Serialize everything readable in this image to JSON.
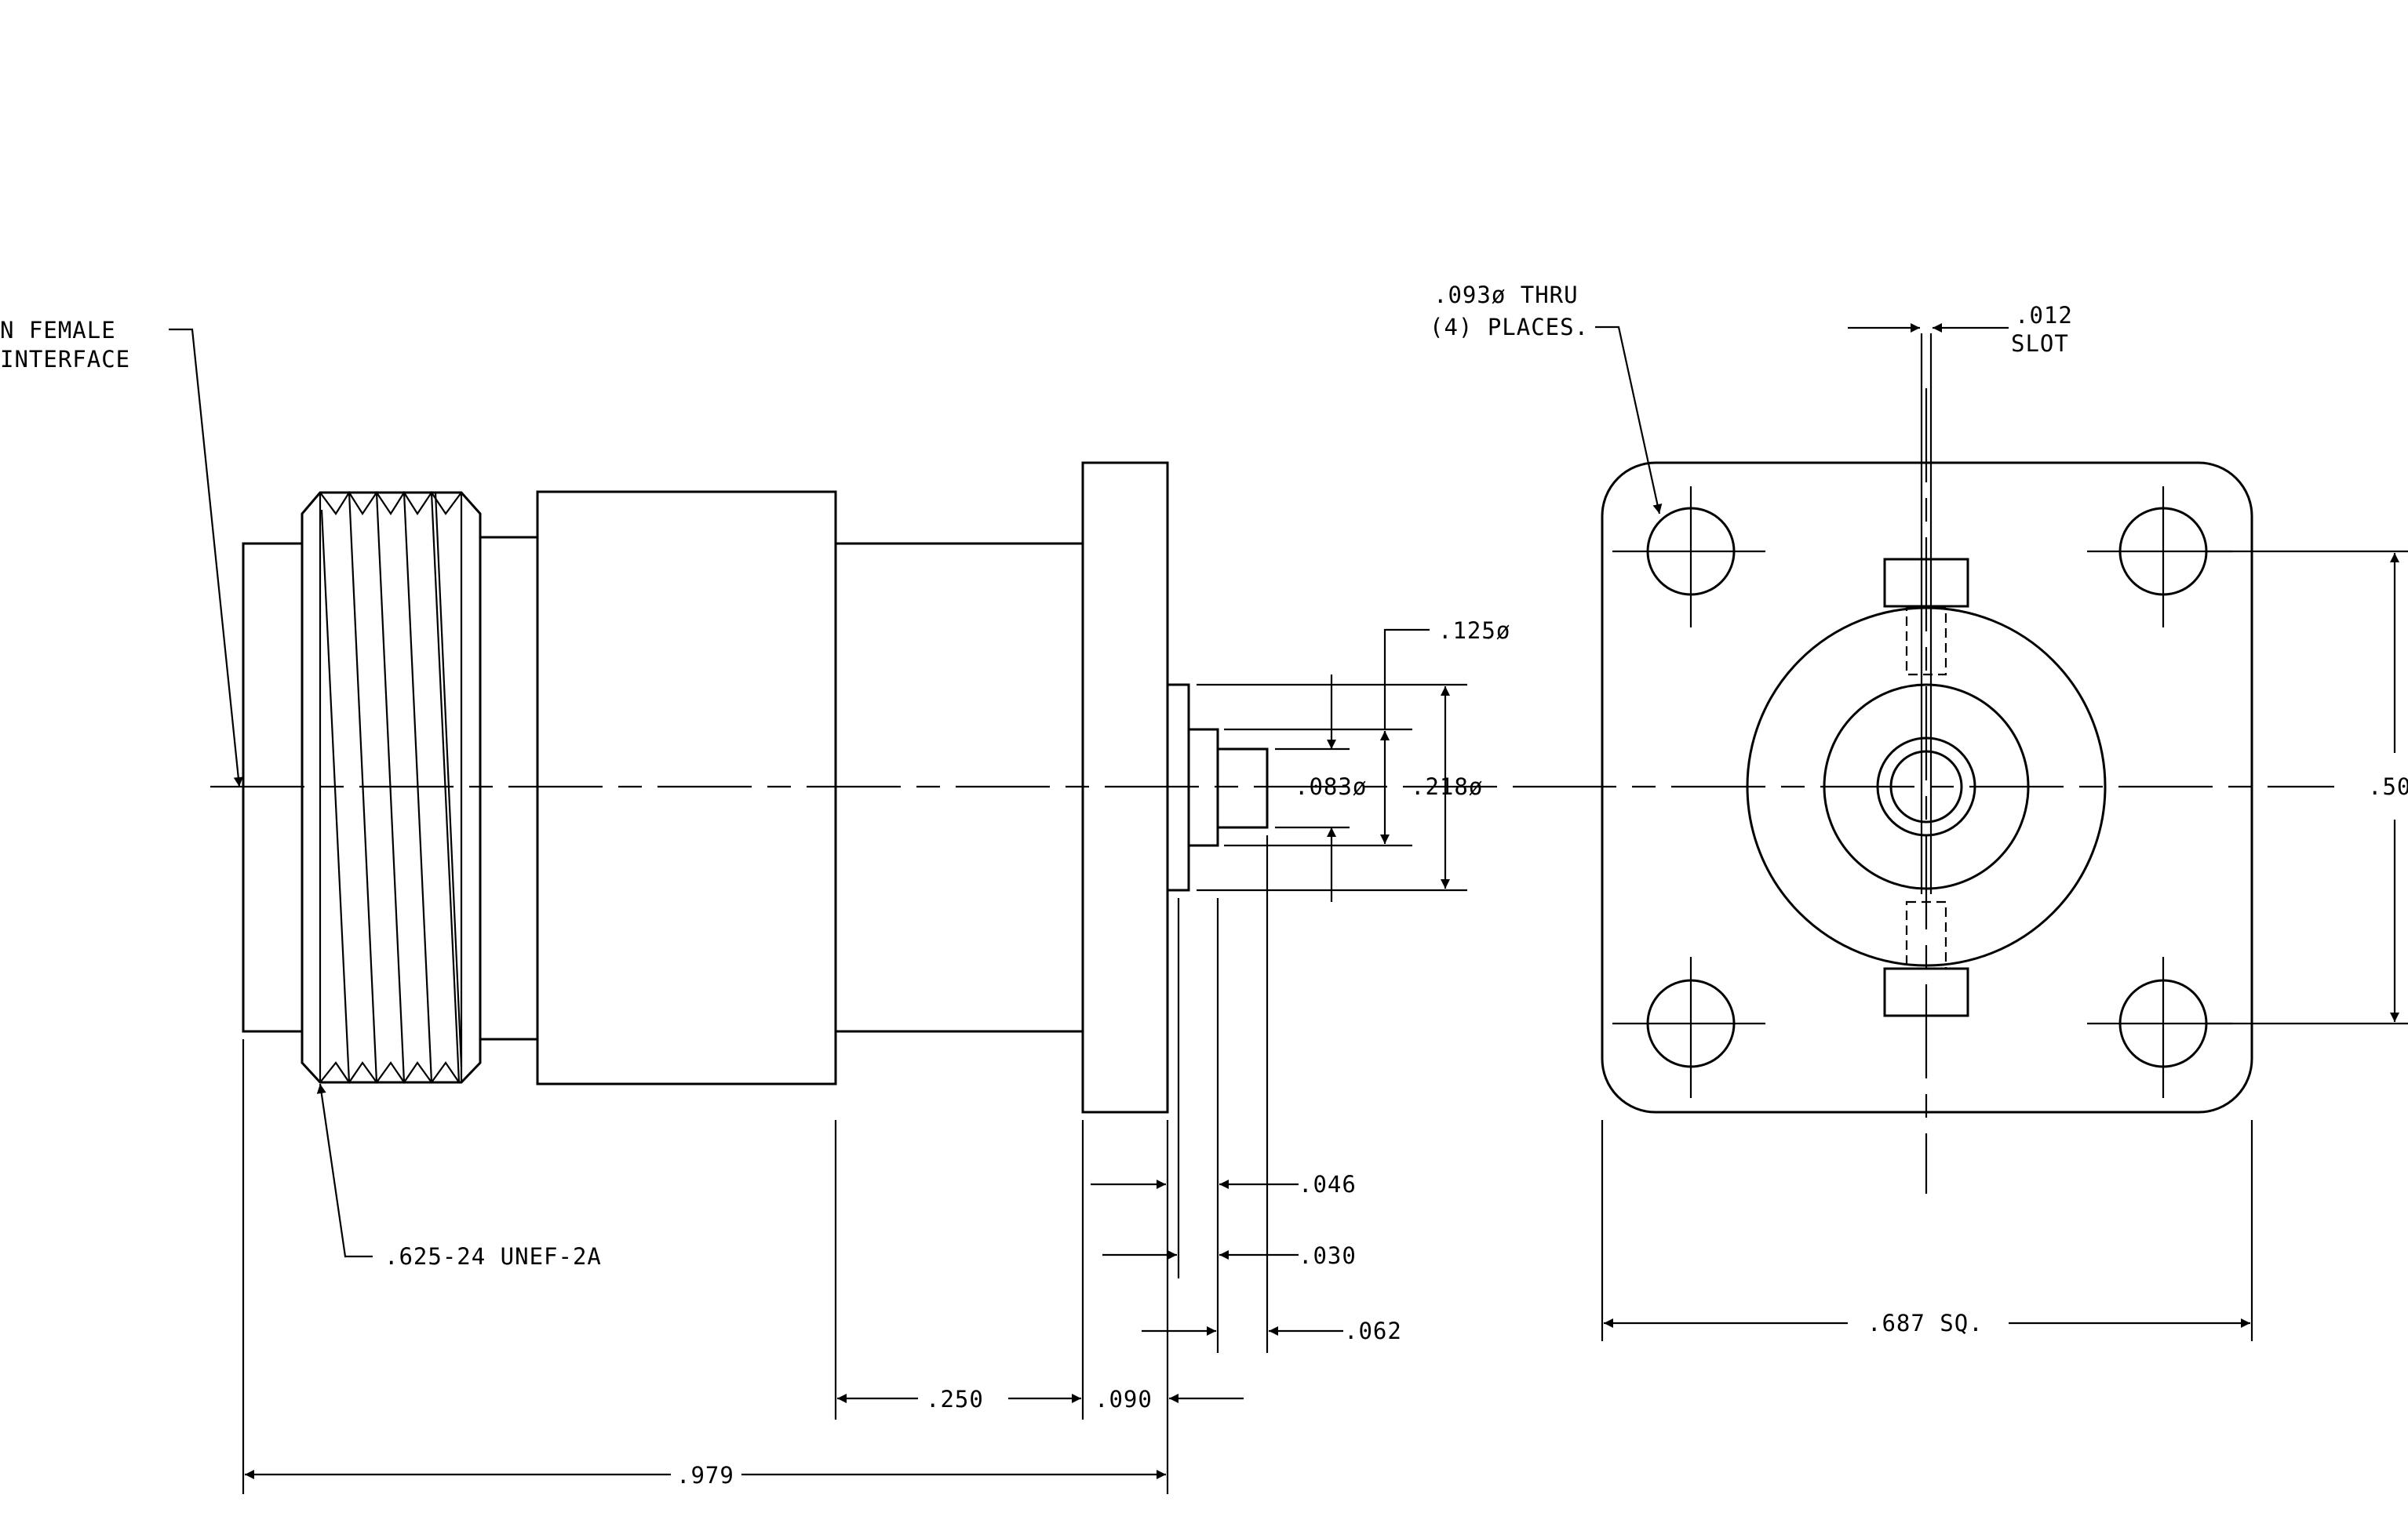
{
  "labels": {
    "interface_line1": "N FEMALE",
    "interface_line2": "INTERFACE",
    "thread": ".625-24 UNEF-2A",
    "hole_line1": ".093ø THRU",
    "hole_line2": "(4) PLACES.",
    "slot_value": ".012",
    "slot_word": "SLOT"
  },
  "dimensions": {
    "d125": ".125ø",
    "d083": ".083ø",
    "d218": ".218ø",
    "d500": ".50",
    "d046": ".046",
    "d030": ".030",
    "d062": ".062",
    "d250": ".250",
    "d090": ".090",
    "d979": ".979",
    "d687": ".687 SQ."
  },
  "colors": {
    "ink": "#000000",
    "paper": "#ffffff"
  }
}
